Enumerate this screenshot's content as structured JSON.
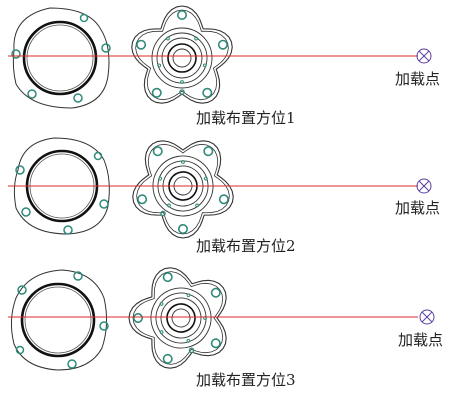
{
  "colors": {
    "line": "#d92b2b",
    "outline": "#333333",
    "holes": "#2f8a7a",
    "marker": "#5a3fa0"
  },
  "rows": [
    {
      "caption": "加载布置方位1",
      "load_label": "加载点"
    },
    {
      "caption": "加载布置方位2",
      "load_label": "加载点"
    },
    {
      "caption": "加载布置方位3",
      "load_label": "加载点"
    }
  ]
}
